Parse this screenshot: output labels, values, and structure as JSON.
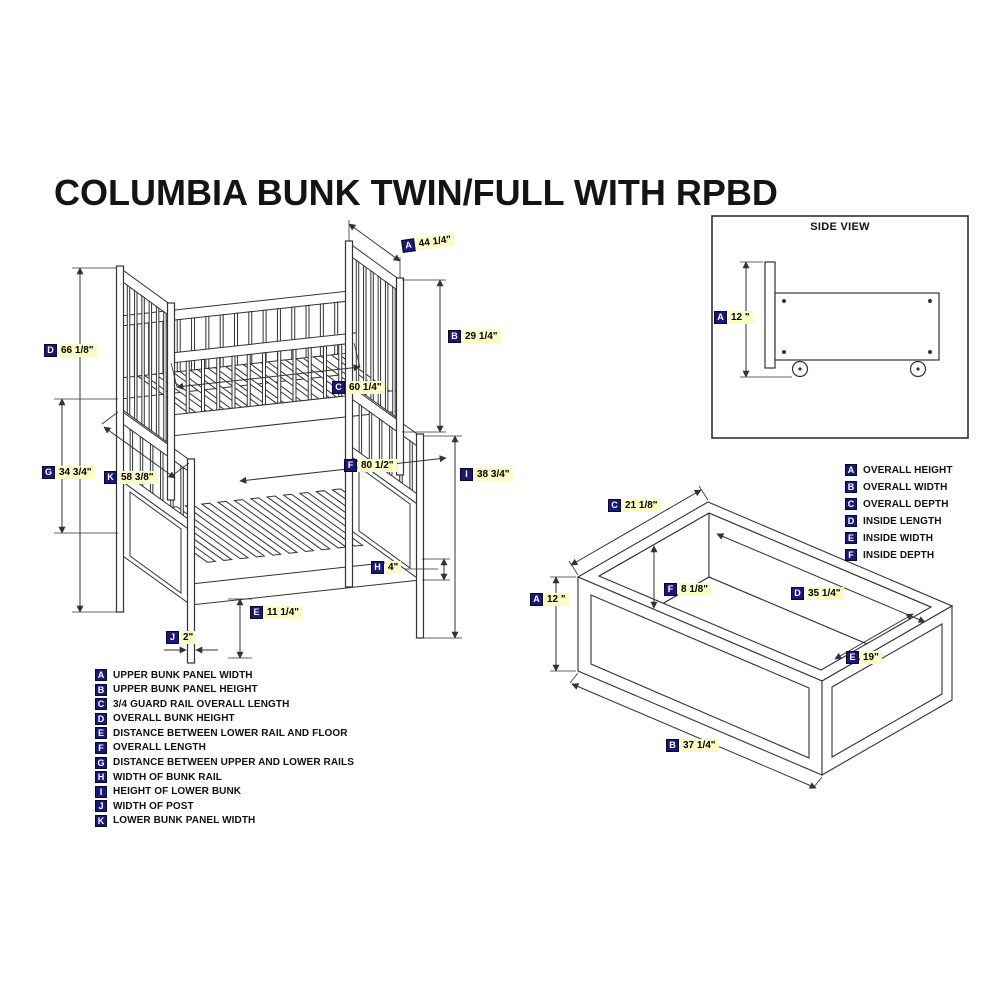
{
  "title": "COLUMBIA BUNK TWIN/FULL WITH RPBD",
  "side_view": {
    "title": "SIDE VIEW",
    "dim": {
      "letter": "A",
      "value": "12 \""
    }
  },
  "bunk": {
    "dims": {
      "A": {
        "letter": "A",
        "value": "44 1/4\""
      },
      "B": {
        "letter": "B",
        "value": "29 1/4\""
      },
      "C": {
        "letter": "C",
        "value": "60 1/4\""
      },
      "D": {
        "letter": "D",
        "value": "66 1/8\""
      },
      "E": {
        "letter": "E",
        "value": "11 1/4\""
      },
      "F": {
        "letter": "F",
        "value": "80 1/2\""
      },
      "G": {
        "letter": "G",
        "value": "34 3/4\""
      },
      "H": {
        "letter": "H",
        "value": "4\""
      },
      "I": {
        "letter": "I",
        "value": "38 3/4\""
      },
      "J": {
        "letter": "J",
        "value": "2\""
      },
      "K": {
        "letter": "K",
        "value": "58 3/8\""
      }
    },
    "legend": [
      {
        "letter": "A",
        "text": "UPPER BUNK PANEL WIDTH"
      },
      {
        "letter": "B",
        "text": "UPPER BUNK PANEL HEIGHT"
      },
      {
        "letter": "C",
        "text": "3/4 GUARD RAIL OVERALL LENGTH"
      },
      {
        "letter": "D",
        "text": "OVERALL BUNK HEIGHT"
      },
      {
        "letter": "E",
        "text": "DISTANCE BETWEEN LOWER RAIL AND FLOOR"
      },
      {
        "letter": "F",
        "text": "OVERALL LENGTH"
      },
      {
        "letter": "G",
        "text": "DISTANCE BETWEEN UPPER AND LOWER RAILS"
      },
      {
        "letter": "H",
        "text": "WIDTH OF BUNK RAIL"
      },
      {
        "letter": "I",
        "text": "HEIGHT OF LOWER BUNK"
      },
      {
        "letter": "J",
        "text": "WIDTH OF POST"
      },
      {
        "letter": "K",
        "text": "LOWER BUNK PANEL WIDTH"
      }
    ]
  },
  "drawer": {
    "dims": {
      "A": {
        "letter": "A",
        "value": "12 \""
      },
      "B": {
        "letter": "B",
        "value": "37 1/4\""
      },
      "C": {
        "letter": "C",
        "value": "21 1/8\""
      },
      "D": {
        "letter": "D",
        "value": "35 1/4\""
      },
      "E": {
        "letter": "E",
        "value": "19\""
      },
      "F": {
        "letter": "F",
        "value": "8 1/8\""
      }
    },
    "legend": [
      {
        "letter": "A",
        "text": "OVERALL HEIGHT"
      },
      {
        "letter": "B",
        "text": "OVERALL WIDTH"
      },
      {
        "letter": "C",
        "text": "OVERALL DEPTH"
      },
      {
        "letter": "D",
        "text": "INSIDE LENGTH"
      },
      {
        "letter": "E",
        "text": "INSIDE WIDTH"
      },
      {
        "letter": "F",
        "text": "INSIDE DEPTH"
      }
    ]
  }
}
